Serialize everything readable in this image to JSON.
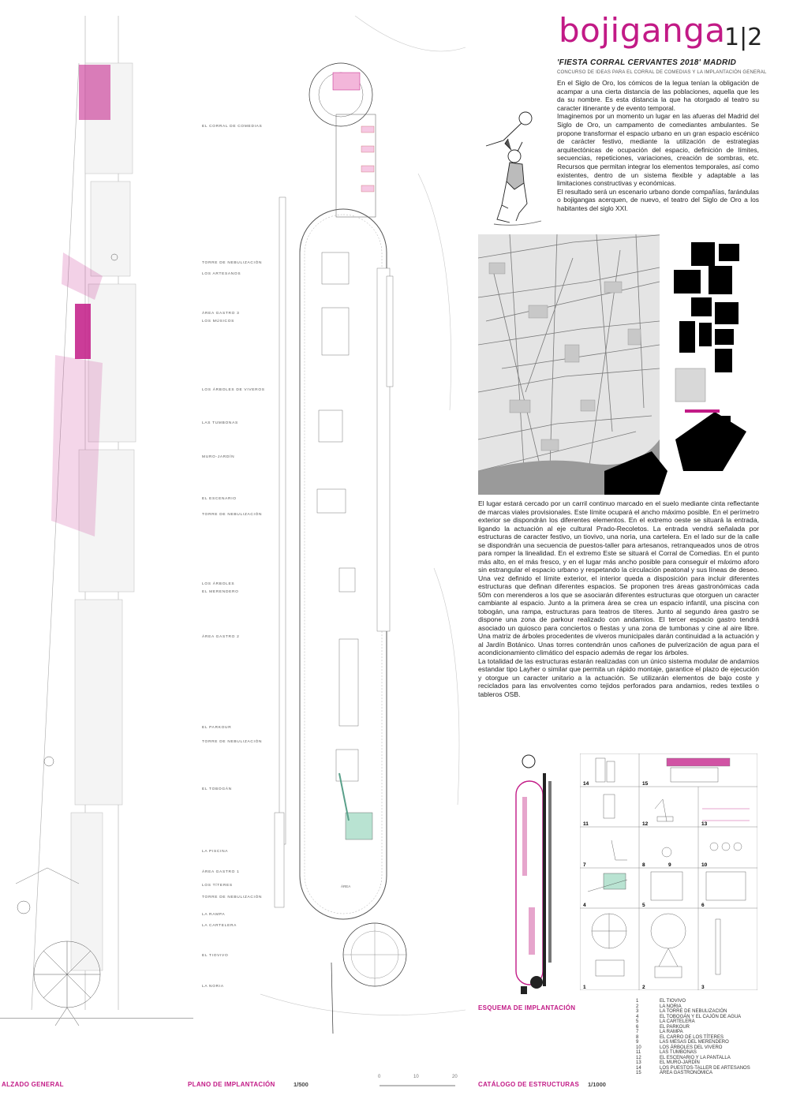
{
  "header": {
    "title": "bojiganga",
    "page_number": "1|2",
    "subtitle": "'FIESTA CORRAL CERVANTES 2018' MADRID",
    "subtitle2": "CONCURSO DE IDEAS PARA EL CORRAL DE COMEDIAS Y LA IMPLANTACIÓN GENERAL"
  },
  "intro": {
    "p1": "En el Siglo de Oro, los cómicos de la legua tenían la obligación de acampar a una cierta distancia de las poblaciones, aquella que les da su nombre. Es esta distancia la que ha otorgado al teatro su caracter itinerante y de evento temporal.",
    "p2": "Imaginemos por un momento un lugar en las afueras del Madrid del Siglo de Oro, un campamento de comediantes ambulantes. Se propone transformar el espacio urbano en un gran espacio escénico de carácter festivo, mediante la utilización de estrategias arquitectónicas de ocupación del espacio, definición de límites, secuencias, repeticiones, variaciones, creación de sombras, etc. Recursos que permitan integrar los elementos temporales, así como existentes, dentro de un sistema flexible y adaptable a las limitaciones constructivas y económicas.",
    "p3": "El resultado será un escenario urbano donde compañías, farándulas o bojigangas acerquen, de nuevo, el teatro del Siglo de Oro a los habitantes del siglo XXI."
  },
  "description": {
    "p1": "El lugar estará cercado por un carril continuo marcado en el suelo mediante cinta reflectante de marcas viales provisionales. Este límite ocupará el ancho máximo posible. En el perímetro exterior se dispondrán los diferentes elementos. En el extremo oeste se situará la entrada, ligando la actuación al eje cultural Prado-Recoletos. La entrada vendrá señalada por estructuras de caracter festivo, un tiovivo, una noria, una cartelera. En el lado sur de la calle se dispondrán una secuencia de puestos-taller para artesanos, retranqueados unos de otros para romper la linealidad. En el extremo Este se situará el Corral de Comedias. En el punto más alto, en el más fresco, y en el lugar más ancho posible para conseguir el máximo aforo sin estrangular el espacio urbano y respetando la circulación peatonal y sus líneas de deseo. Una vez definido el límite exterior, el interior queda a disposición para incluir diferentes estructuras que definan diferentes espacios. Se proponen tres áreas gastronómicas cada 50m con merenderos a los que se asociarán diferentes estructuras que otorguen un caracter cambiante al espacio. Junto a la primera área se crea un espacio infantil, una piscina con tobogán, una rampa, estructuras para teatros de títeres. Junto al segundo área gastro se dispone una zona de parkour realizado con andamios. El tercer espacio gastro tendrá asociado un quiosco para conciertos o fiestas y una zona de tumbonas y cine al aire libre. Una matriz de árboles procedentes de viveros municipales darán continuidad a la actuación y al Jardín Botánico. Unas torres contendrán unos cañones de pulverización de agua para el acondicionamiento climático del espacio además de regar los árboles.",
    "p2": "La totalidad de las estructuras estarán realizadas con un único sistema modular de andamios estandar tipo Layher o similar que permita un rápido montaje, garantice el plazo de ejecución y otorgue un caracter unitario a la actuación. Se utilizarán elementos de bajo coste y reciclados para las envolventes como tejidos perforados para andamios, redes textiles o tableros OSB."
  },
  "elevation_labels": [
    "EL CORRAL DE COMEDIAS",
    "TORRE DE NEBULIZACIÓN",
    "LOS ARTESANOS",
    "ÁREA GASTRO 3",
    "LOS MÚSICOS",
    "LOS ÁRBOLES DE VIVEROS",
    "LAS TUMBONAS",
    "MURO-JARDÍN",
    "EL ESCENARIO",
    "TORRE DE NEBULIZACIÓN",
    "LOS ÁRBOLES",
    "EL MERENDERO",
    "ÁREA GASTRO 2",
    "EL PARKOUR",
    "TORRE DE NEBULIZACIÓN",
    "EL TOBOGÁN",
    "LA PISCINA",
    "ÁREA GASTRO 1",
    "LOS TÍTERES",
    "TORRE DE NEBULIZACIÓN",
    "LA RAMPA",
    "LA CARTELERA",
    "EL TIOVIVO",
    "LA NORIA"
  ],
  "footer": {
    "alzado": "ALZADO GENERAL",
    "plano": "PLANO DE IMPLANTACIÓN",
    "plano_scale": "1/500",
    "scale_ticks": [
      "0",
      "10",
      "20"
    ],
    "catalogo": "CATÁLOGO DE ESTRUCTURAS",
    "catalogo_scale": "1/1000",
    "esquema": "ESQUEMA DE IMPLANTACIÓN"
  },
  "plan_note": "ÁREA",
  "thumbnail_numbers": [
    "14",
    "15",
    "11",
    "12",
    "13",
    "7",
    "8",
    "9",
    "10",
    "4",
    "5",
    "6",
    "1",
    "2",
    "3"
  ],
  "legend": [
    {
      "n": "1",
      "label": "EL TIOVIVO"
    },
    {
      "n": "2",
      "label": "LA NORIA"
    },
    {
      "n": "3",
      "label": "LA TORRE DE NEBULIZACIÓN"
    },
    {
      "n": "4",
      "label": "EL TOBOGÁN Y EL CAJÓN DE AGUA"
    },
    {
      "n": "5",
      "label": "LA CARTELERA"
    },
    {
      "n": "6",
      "label": "EL PARKOUR"
    },
    {
      "n": "7",
      "label": "LA RAMPA"
    },
    {
      "n": "8",
      "label": "EL CARRO DE LOS TÍTERES"
    },
    {
      "n": "9",
      "label": "LAS MESAS DEL MERENDERO"
    },
    {
      "n": "10",
      "label": "LOS ÁRBOLES DEL VIVERO"
    },
    {
      "n": "11",
      "label": "LAS TUMBONAS"
    },
    {
      "n": "12",
      "label": "EL ESCENARIO Y LA PANTALLA"
    },
    {
      "n": "13",
      "label": "EL MURO-JARDÍN"
    },
    {
      "n": "14",
      "label": "LOS PUESTOS-TALLER DE ARTESANOS"
    },
    {
      "n": "15",
      "label": "ÁREA GASTRONÓMICA"
    }
  ],
  "colors": {
    "accent": "#c21a86",
    "line": "#888888",
    "ink": "#222222",
    "water": "#b9e3d2"
  }
}
